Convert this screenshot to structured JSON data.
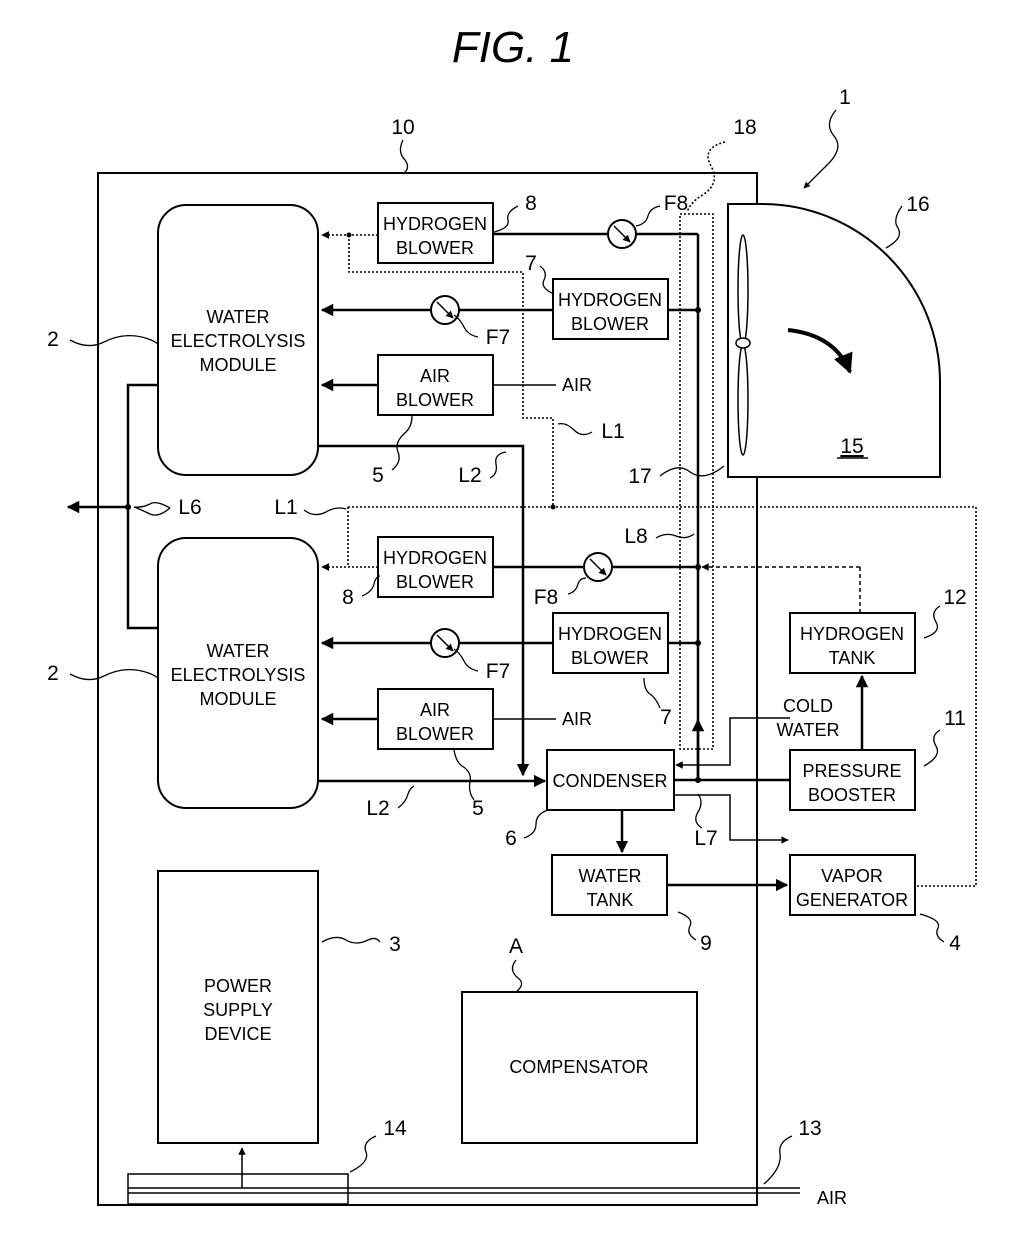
{
  "figure_title": "FIG. 1",
  "refs": {
    "system": "1",
    "housing": "10",
    "duct": "18",
    "fan_unit": "16",
    "fan_blade": "15",
    "fan_inlet": "17",
    "module": "2",
    "power_supply": "3",
    "vapor_generator": "4",
    "air_blower": "5",
    "condenser": "6",
    "hydrogen_blower_7": "7",
    "hydrogen_blower_8": "8",
    "water_tank": "9",
    "pressure_booster": "11",
    "hydrogen_tank": "12",
    "intake": "13",
    "filter": "14",
    "compensator": "A"
  },
  "lines": {
    "L1": "L1",
    "L2": "L2",
    "L6": "L6",
    "L7": "L7",
    "L8": "L8",
    "F7": "F7",
    "F8": "F8"
  },
  "labels": {
    "water_electrolysis_1": "WATER",
    "water_electrolysis_2": "ELECTROLYSIS",
    "water_electrolysis_3": "MODULE",
    "hydrogen": "HYDROGEN",
    "blower": "BLOWER",
    "air": "AIR",
    "condenser": "CONDENSER",
    "water": "WATER",
    "tank": "TANK",
    "vapor": "VAPOR",
    "generator": "GENERATOR",
    "pressure": "PRESSURE",
    "booster": "BOOSTER",
    "cold": "COLD",
    "power": "POWER",
    "supply": "SUPPLY",
    "device": "DEVICE",
    "compensator": "COMPENSATOR"
  }
}
